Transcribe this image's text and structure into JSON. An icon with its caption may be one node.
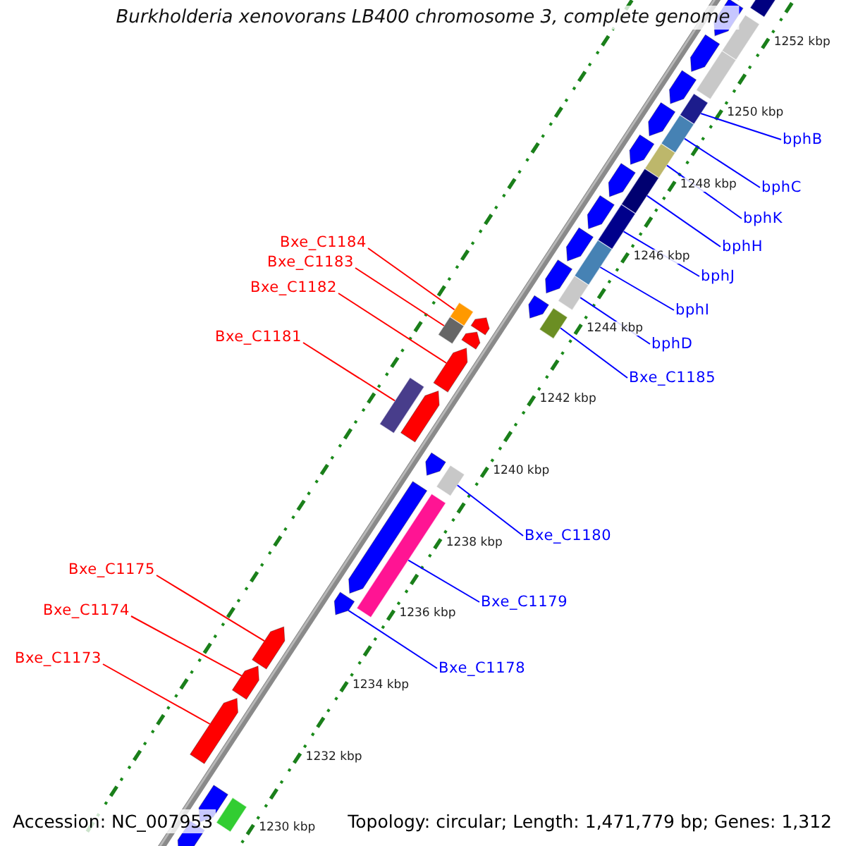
{
  "diagram": {
    "title": "Burkholderia xenovorans LB400 chromosome 3, complete genome",
    "nodes": [
      {
        "text": [
          "Bxe_C1184"
        ]
      },
      {
        "text": [
          "Bxe_C1183"
        ]
      },
      {
        "text": [
          "Bxe_C1182"
        ]
      },
      {
        "text": [
          "Bxe_C1181"
        ]
      },
      {
        "text": [
          "Bxe_C1175"
        ]
      },
      {
        "text": [
          "Bxe_C1174"
        ]
      },
      {
        "text": [
          "Bxe_C1173"
        ]
      },
      {
        "text": [
          "bphB"
        ]
      },
      {
        "text": [
          "bphC"
        ]
      },
      {
        "text": [
          "bphK"
        ]
      },
      {
        "text": [
          "bphH"
        ]
      },
      {
        "text": [
          "bphJ"
        ]
      },
      {
        "text": [
          "bphI"
        ]
      },
      {
        "text": [
          "bphD"
        ]
      },
      {
        "text": [
          "Bxe_C1185"
        ]
      },
      {
        "text": [
          "Bxe_C1180"
        ]
      },
      {
        "text": [
          "Bxe_C1179"
        ]
      },
      {
        "text": [
          "Bxe_C1178"
        ]
      },
      {
        "text": [],
        "shape": "box"
      },
      {
        "text": [],
        "shape": "box"
      },
      {
        "text": [],
        "shape": "arrow"
      },
      {
        "text": [],
        "shape": "box"
      },
      {
        "text": [],
        "shape": "arrow"
      },
      {
        "text": [],
        "shape": "arrow"
      },
      {
        "text": [],
        "shape": "arrow"
      },
      {
        "text": [],
        "shape": "box"
      },
      {
        "text": [],
        "shape": "box"
      },
      {
        "text": [],
        "shape": "box"
      },
      {
        "text": [],
        "shape": "box"
      },
      {
        "text": [],
        "shape": "box"
      },
      {
        "text": [],
        "shape": "box"
      },
      {
        "text": [],
        "shape": "box"
      },
      {
        "text": [],
        "shape": "box"
      },
      {
        "text": [],
        "shape": "box"
      },
      {
        "text": [],
        "shape": "box"
      },
      {
        "text": [],
        "shape": "arrow"
      },
      {
        "text": [],
        "shape": "arrow"
      },
      {
        "text": [],
        "shape": "arrow"
      },
      {
        "text": [],
        "shape": "arrow"
      },
      {
        "text": [],
        "shape": "arrow"
      },
      {
        "text": [],
        "shape": "arrow"
      },
      {
        "text": [],
        "shape": "arrow"
      },
      {
        "text": [],
        "shape": "arrow"
      },
      {
        "text": [],
        "shape": "arrow"
      },
      {
        "text": [],
        "shape": "arrow"
      },
      {
        "text": [],
        "shape": "arrow"
      },
      {
        "text": [],
        "shape": "arrow"
      },
      {
        "text": [],
        "shape": "arrow"
      },
      {
        "text": [],
        "shape": "arrow"
      },
      {
        "text": [],
        "shape": "arrow"
      },
      {
        "text": [],
        "shape": "arrow"
      },
      {
        "text": [],
        "shape": "arrow"
      },
      {
        "text": [],
        "shape": "arrow"
      },
      {
        "text": [],
        "shape": "arrow"
      },
      {
        "text": [],
        "shape": "box"
      },
      {
        "text": [],
        "shape": "box"
      },
      {
        "text": [],
        "shape": "box"
      },
      {
        "text": [],
        "shape": "box"
      }
    ],
    "edges": [
      {
        "from": 0,
        "to": 18,
        "arrow": "none",
        "color": "#ff0000"
      },
      {
        "from": 1,
        "to": 19,
        "arrow": "none",
        "color": "#ff0000"
      },
      {
        "from": 2,
        "to": 20,
        "arrow": "none",
        "color": "#ff0000"
      },
      {
        "from": 3,
        "to": 21,
        "arrow": "none",
        "color": "#ff0000"
      },
      {
        "from": 4,
        "to": 22,
        "arrow": "none",
        "color": "#ff0000"
      },
      {
        "from": 5,
        "to": 23,
        "arrow": "none",
        "color": "#ff0000"
      },
      {
        "from": 6,
        "to": 24,
        "arrow": "none",
        "color": "#ff0000"
      },
      {
        "from": 7,
        "to": 25,
        "arrow": "none"
      },
      {
        "from": 8,
        "to": 26,
        "arrow": "none"
      },
      {
        "from": 9,
        "to": 27,
        "arrow": "none"
      },
      {
        "from": 10,
        "to": 28,
        "arrow": "none"
      },
      {
        "from": 11,
        "to": 29,
        "arrow": "none"
      },
      {
        "from": 12,
        "to": 30,
        "arrow": "none"
      },
      {
        "from": 13,
        "to": 31,
        "arrow": "none"
      },
      {
        "from": 14,
        "to": 32,
        "arrow": "none"
      },
      {
        "from": 15,
        "to": 33,
        "arrow": "none"
      },
      {
        "from": 16,
        "to": 34,
        "arrow": "none"
      },
      {
        "from": 17,
        "to": 35,
        "arrow": "none"
      }
    ],
    "labels": [
      "1252 kbp",
      "1250 kbp",
      "1248 kbp",
      "1246 kbp",
      "1244 kbp",
      "1242 kbp",
      "1240 kbp",
      "1238 kbp",
      "1236 kbp",
      "1234 kbp",
      "1232 kbp",
      "1230 kbp",
      "Accession: NC_007953",
      "Topology: circular; Length: 1,471,779 bp; Genes: 1,312"
    ]
  }
}
